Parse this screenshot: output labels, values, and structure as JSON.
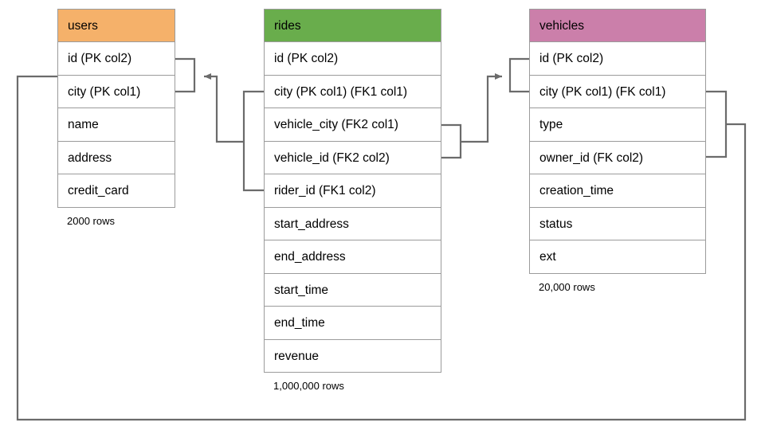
{
  "diagram": {
    "title": "database-schema-er-diagram",
    "line_color": "#6b6b6b",
    "border_color": "#9b9b9b"
  },
  "tables": [
    {
      "name": "users",
      "header_color": "#f5b16a",
      "footnote": "2000 rows",
      "columns": [
        {
          "label": "id (PK col2)"
        },
        {
          "label": "city (PK col1)"
        },
        {
          "label": "name"
        },
        {
          "label": "address"
        },
        {
          "label": "credit_card"
        }
      ]
    },
    {
      "name": "rides",
      "header_color": "#69ad4c",
      "footnote": "1,000,000 rows",
      "columns": [
        {
          "label": "id (PK col2)"
        },
        {
          "label": "city (PK col1) (FK1 col1)"
        },
        {
          "label": "vehicle_city (FK2 col1)"
        },
        {
          "label": "vehicle_id (FK2 col2)"
        },
        {
          "label": "rider_id (FK1 col2)"
        },
        {
          "label": "start_address"
        },
        {
          "label": "end_address"
        },
        {
          "label": "start_time"
        },
        {
          "label": "end_time"
        },
        {
          "label": "revenue"
        }
      ]
    },
    {
      "name": "vehicles",
      "header_color": "#cb7faa",
      "footnote": "20,000 rows",
      "columns": [
        {
          "label": "id (PK col2)"
        },
        {
          "label": "city (PK col1) (FK col1)"
        },
        {
          "label": "type"
        },
        {
          "label": "owner_id (FK col2)"
        },
        {
          "label": "creation_time"
        },
        {
          "label": "status"
        },
        {
          "label": "ext"
        }
      ]
    }
  ],
  "relationships": [
    {
      "name": "rides-fk1-to-users",
      "from_table": "rides",
      "from_columns": [
        "city (PK col1) (FK1 col1)",
        "rider_id (FK1 col2)"
      ],
      "to_table": "users",
      "to_columns": [
        "id (PK col2)",
        "city (PK col1)"
      ]
    },
    {
      "name": "rides-fk2-to-vehicles",
      "from_table": "rides",
      "from_columns": [
        "vehicle_city (FK2 col1)",
        "vehicle_id (FK2 col2)"
      ],
      "to_table": "vehicles",
      "to_columns": [
        "id (PK col2)",
        "city (PK col1) (FK col1)"
      ]
    },
    {
      "name": "vehicles-fk-to-users",
      "from_table": "vehicles",
      "from_columns": [
        "city (PK col1) (FK col1)",
        "owner_id (FK col2)"
      ],
      "to_table": "users",
      "to_columns": [
        "id (PK col2)",
        "city (PK col1)"
      ]
    }
  ]
}
